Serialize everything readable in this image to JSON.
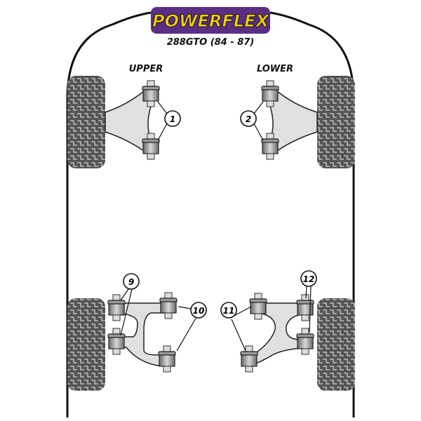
{
  "brand": {
    "logo_text": "POWERFLEX",
    "logo_bg": "#5a2e82",
    "logo_fg": "#f2d100"
  },
  "model": "288GTO (84 - 87)",
  "sections": {
    "upper": "UPPER",
    "lower": "LOWER"
  },
  "callouts": [
    {
      "id": "1",
      "label": "1"
    },
    {
      "id": "2",
      "label": "2"
    },
    {
      "id": "9",
      "label": "9"
    },
    {
      "id": "10",
      "label": "10"
    },
    {
      "id": "11",
      "label": "11"
    },
    {
      "id": "12",
      "label": "12"
    }
  ]
}
